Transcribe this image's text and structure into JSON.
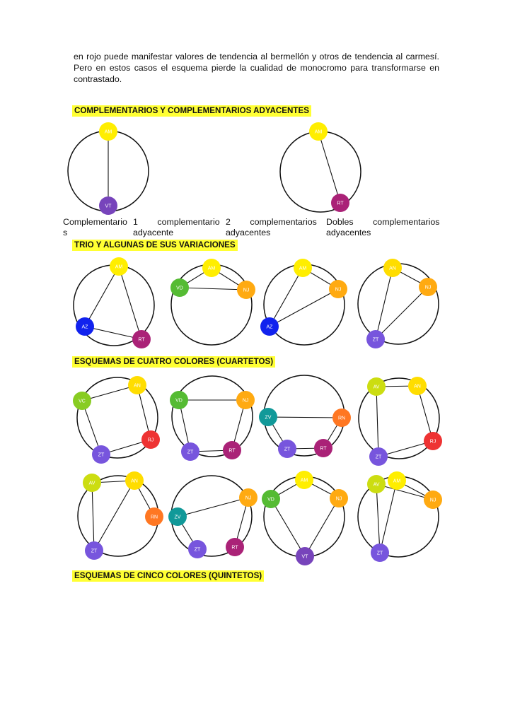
{
  "intro": {
    "line1": "en rojo puede manifestar valores de tendencia al bermellón y otros de tendencia al carmesí.",
    "line2": "Pero en estos casos el esquema pierde la cualidad de monocromo para transformarse en",
    "line3": "contrastado."
  },
  "headings": {
    "complementarios": "COMPLEMENTARIOS Y COMPLEMENTARIOS ADYACENTES",
    "trio": "TRIO Y ALGUNAS DE SUS VARIACIONES",
    "cuartetos": "ESQUEMAS DE CUATRO COLORES (CUARTETOS)",
    "quintetos": "ESQUEMAS DE CINCO COLORES (QUINTETOS)"
  },
  "captions": {
    "c1_line1": "Complementario",
    "c1_line2": "s",
    "c2_line1": "1        complementario",
    "c2_line2": "adyacente",
    "c3_line1": "2        complementarios",
    "c3_line2": "adyacentes",
    "c4_line1": "Dobles        complementarios",
    "c4_line2": "adyacentes"
  },
  "colors": {
    "AM": "#ffee00",
    "AN": "#ffdd00",
    "AV": "#ccdd11",
    "VC": "#88cc22",
    "VD": "#55bb33",
    "ZV": "#119999",
    "AZ": "#1122ee",
    "ZT": "#7755dd",
    "VT": "#7744bb",
    "RT": "#aa2277",
    "RJ": "#ee3333",
    "RN": "#ff7722",
    "NJ": "#ffaa11"
  },
  "wheels": [
    {
      "label_positions": "complementarios-1",
      "dots": [
        {
          "code": "AM"
        },
        {
          "code": "VT"
        }
      ],
      "chords": [
        [
          0,
          1
        ]
      ]
    },
    {
      "label_positions": "complementarios-2",
      "dots": [
        {
          "code": "AM"
        },
        {
          "code": "RT"
        }
      ],
      "chords": [
        [
          0,
          1
        ]
      ]
    },
    {
      "label_positions": "trio-1",
      "dots": [
        {
          "code": "AM"
        },
        {
          "code": "AZ"
        },
        {
          "code": "RT"
        }
      ],
      "chords": [
        [
          0,
          1
        ],
        [
          1,
          2
        ],
        [
          2,
          0
        ]
      ]
    },
    {
      "label_positions": "trio-2",
      "dots": [
        {
          "code": "AM"
        },
        {
          "code": "VD"
        },
        {
          "code": "NJ"
        }
      ],
      "chords": [
        [
          0,
          1
        ],
        [
          1,
          2
        ],
        [
          2,
          0
        ]
      ]
    },
    {
      "label_positions": "trio-3",
      "dots": [
        {
          "code": "AM"
        },
        {
          "code": "NJ"
        },
        {
          "code": "AZ"
        }
      ],
      "chords": [
        [
          0,
          1
        ],
        [
          1,
          2
        ],
        [
          2,
          0
        ]
      ]
    },
    {
      "label_positions": "trio-4",
      "dots": [
        {
          "code": "AN"
        },
        {
          "code": "NJ"
        },
        {
          "code": "ZT"
        }
      ],
      "chords": [
        [
          0,
          1
        ],
        [
          1,
          2
        ],
        [
          2,
          0
        ]
      ]
    },
    {
      "label_positions": "cuarteto-1",
      "dots": [
        {
          "code": "VC"
        },
        {
          "code": "AN"
        },
        {
          "code": "RJ"
        },
        {
          "code": "ZT"
        }
      ],
      "chords": [
        [
          0,
          1
        ],
        [
          1,
          2
        ],
        [
          2,
          3
        ],
        [
          3,
          0
        ]
      ]
    },
    {
      "label_positions": "cuarteto-2",
      "dots": [
        {
          "code": "VD"
        },
        {
          "code": "NJ"
        },
        {
          "code": "RT"
        },
        {
          "code": "ZT"
        }
      ],
      "chords": [
        [
          0,
          1
        ],
        [
          1,
          2
        ],
        [
          2,
          3
        ],
        [
          3,
          0
        ]
      ]
    },
    {
      "label_positions": "cuarteto-3",
      "dots": [
        {
          "code": "ZV"
        },
        {
          "code": "RN"
        },
        {
          "code": "RT"
        },
        {
          "code": "ZT"
        }
      ],
      "chords": [
        [
          0,
          1
        ],
        [
          1,
          2
        ],
        [
          2,
          3
        ],
        [
          3,
          0
        ]
      ]
    },
    {
      "label_positions": "cuarteto-4",
      "dots": [
        {
          "code": "AV"
        },
        {
          "code": "AN"
        },
        {
          "code": "RJ"
        },
        {
          "code": "ZT"
        }
      ],
      "chords": [
        [
          0,
          1
        ],
        [
          1,
          2
        ],
        [
          2,
          3
        ],
        [
          3,
          0
        ]
      ]
    },
    {
      "label_positions": "cuarteto-5",
      "dots": [
        {
          "code": "AV"
        },
        {
          "code": "AN"
        },
        {
          "code": "RN"
        },
        {
          "code": "ZT"
        }
      ],
      "chords": [
        [
          0,
          1
        ],
        [
          1,
          2
        ],
        [
          0,
          3
        ],
        [
          1,
          3
        ]
      ]
    },
    {
      "label_positions": "cuarteto-6",
      "dots": [
        {
          "code": "ZV"
        },
        {
          "code": "NJ"
        },
        {
          "code": "RT"
        },
        {
          "code": "ZT"
        }
      ],
      "chords": [
        [
          0,
          1
        ],
        [
          1,
          2
        ],
        [
          0,
          3
        ]
      ]
    },
    {
      "label_positions": "cuarteto-7",
      "dots": [
        {
          "code": "VD"
        },
        {
          "code": "AM"
        },
        {
          "code": "NJ"
        },
        {
          "code": "VT"
        }
      ],
      "chords": [
        [
          0,
          1
        ],
        [
          1,
          2
        ],
        [
          2,
          3
        ],
        [
          3,
          0
        ]
      ]
    },
    {
      "label_positions": "cuarteto-8",
      "dots": [
        {
          "code": "AV"
        },
        {
          "code": "AM"
        },
        {
          "code": "NJ"
        },
        {
          "code": "ZT"
        }
      ],
      "chords": [
        [
          0,
          2
        ],
        [
          1,
          3
        ],
        [
          1,
          2
        ],
        [
          0,
          3
        ]
      ]
    }
  ]
}
